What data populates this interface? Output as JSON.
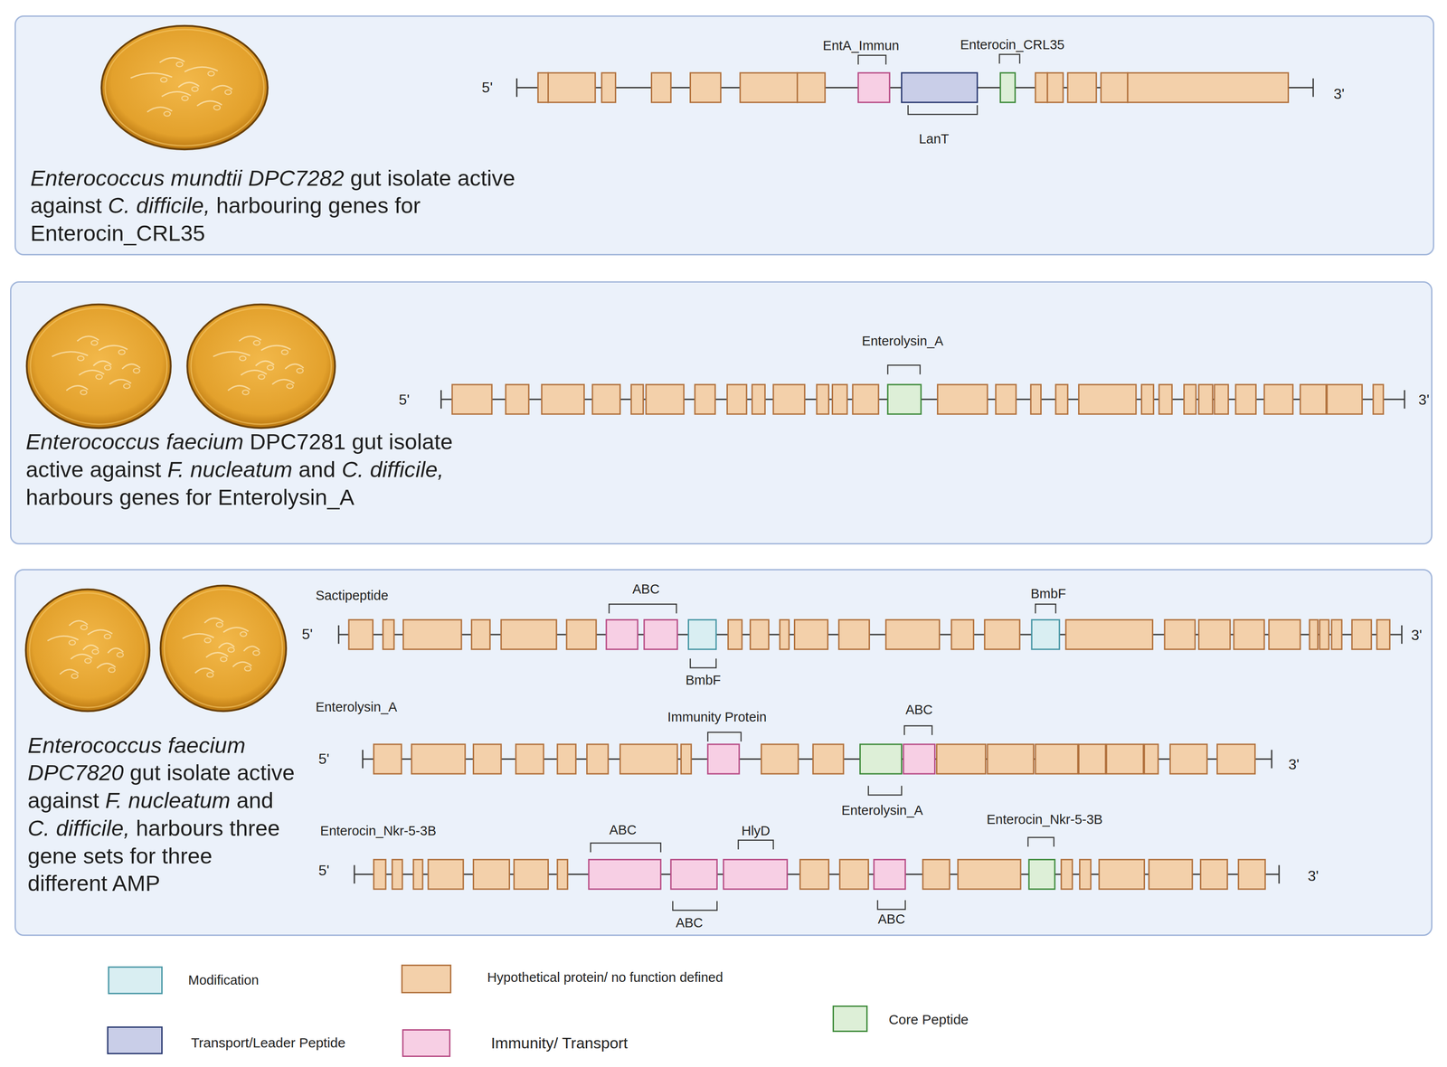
{
  "diagram": {
    "nodes": [
      {
        "text": [
          "Enterococcus mundtii DPC7282 gut isolate active against C. difficile, harbouring genes for Enterocin_CRL35"
        ]
      },
      {
        "text": [
          "Enterococcus faecium DPC7281 gut isolate active against F. nucleatum and C. difficile, harbours genes for Enterolysin_A"
        ]
      },
      {
        "text": [
          "Enterococcus faecium DPC7820 gut isolate active against F. nucleatum and C. difficile, harbours three gene sets for three different AMP"
        ]
      }
    ],
    "labels": [
      "EntA_Immun",
      "Enterocin_CRL35",
      "5'",
      "3'",
      "LanT",
      "Enterolysin_A",
      "5'",
      "3'",
      "Sactipeptide",
      "ABC",
      "BmbF",
      "5'",
      "3'",
      "BmbF",
      "Enterolysin_A",
      "Immunity Protein",
      "ABC",
      "5'",
      "3'",
      "Enterolysin_A",
      "Enterocin_Nkr-5-3B",
      "ABC",
      "HlyD",
      "Enterocin_Nkr-5-3B",
      "5'",
      "3'",
      "ABC",
      "ABC"
    ],
    "legend": [
      {
        "text": "Modification",
        "color": "#d9eef2"
      },
      {
        "text": "Hypothetical protein/ no function defined",
        "color": "#f3d0aa"
      },
      {
        "text": "Core Peptide",
        "color": "#ddefd7"
      },
      {
        "text": "Transport/Leader Peptide",
        "color": "#c9cee8"
      },
      {
        "text": "Immunity/ Transport",
        "color": "#f7cfe4"
      }
    ]
  }
}
